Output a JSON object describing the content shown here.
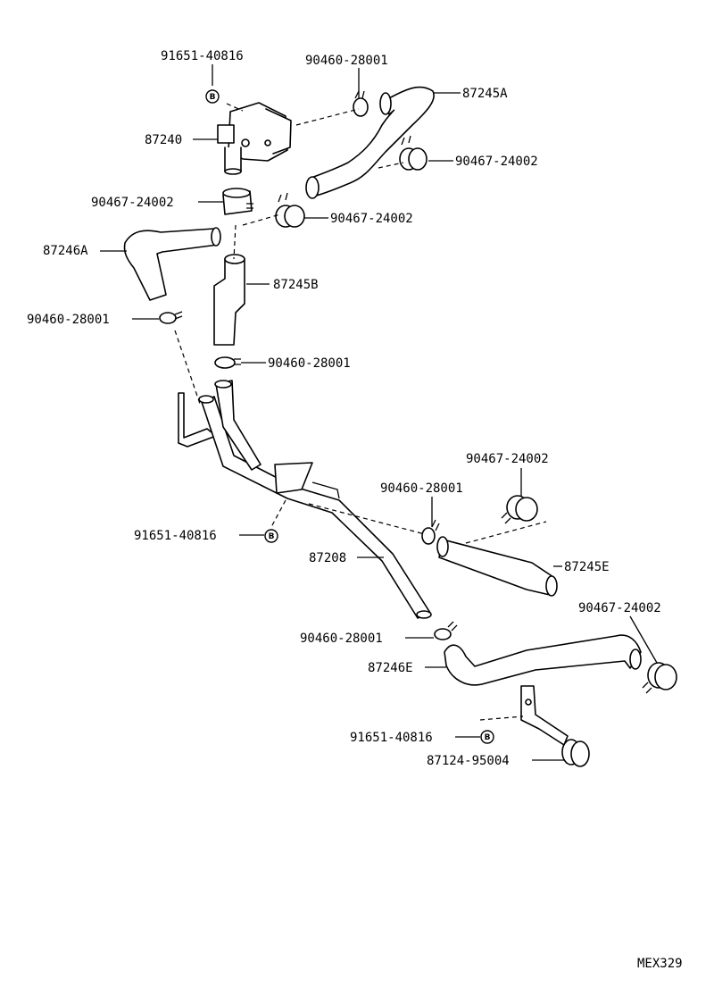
{
  "diagram_id": "MEX329",
  "bolt_marker": "B",
  "labels": {
    "valve_bolt": "91651-40816",
    "clamp_top": "90460-28001",
    "hose_87245A": "87245A",
    "valve": "87240",
    "clip_right_top": "90467-24002",
    "clip_under_valve": "90467-24002",
    "clip_middle": "90467-24002",
    "hose_87246A": "87246A",
    "hose_87245B": "87245B",
    "clamp_left": "90460-28001",
    "clamp_center": "90460-28001",
    "clip_right_mid": "90467-24002",
    "clamp_right_mid": "90460-28001",
    "pipe_bolt": "91651-40816",
    "hose_87245E": "87245E",
    "pipe": "87208",
    "clip_lower_right": "90467-24002",
    "clamp_lower": "90460-28001",
    "hose_87246E": "87246E",
    "bracket_bolt": "91651-40816",
    "bracket": "87124-95004"
  }
}
